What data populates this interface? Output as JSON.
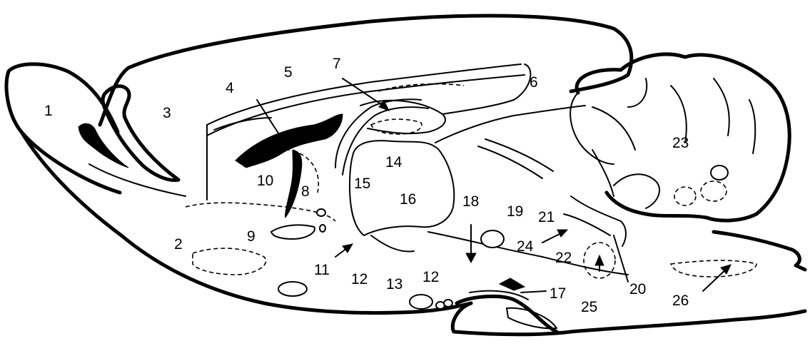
{
  "diagram": {
    "labels": {
      "l1": "1",
      "l2": "2",
      "l3": "3",
      "l4": "4",
      "l5": "5",
      "l6": "6",
      "l7": "7",
      "l8": "8",
      "l9": "9",
      "l10": "10",
      "l11": "11",
      "l12a": "12",
      "l12b": "12",
      "l13": "13",
      "l14": "14",
      "l15": "15",
      "l16": "16",
      "l17": "17",
      "l18": "18",
      "l19": "19",
      "l20": "20",
      "l21": "21",
      "l22": "22",
      "l23": "23",
      "l24": "24",
      "l25": "25",
      "l26": "26"
    }
  }
}
